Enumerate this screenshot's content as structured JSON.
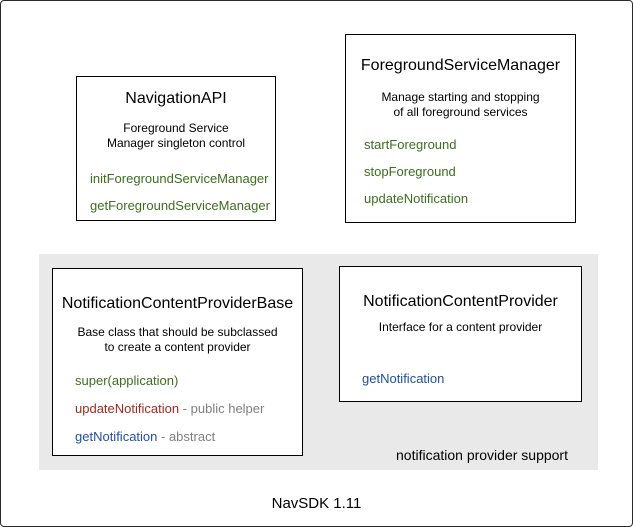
{
  "colors": {
    "method_green": "#3c6e1e",
    "method_red": "#a3291f",
    "method_blue": "#1f4f9e",
    "suffix_gray": "#7f7f7f",
    "panel_bg": "#e9e9e9",
    "box_border": "#000000"
  },
  "boxes": {
    "navigation_api": {
      "title": "NavigationAPI",
      "description": [
        "Foreground Service",
        "Manager singleton control"
      ],
      "methods": [
        {
          "name": "initForegroundServiceManager"
        },
        {
          "name": "getForegroundServiceManager"
        }
      ]
    },
    "foreground_service_manager": {
      "title": "ForegroundServiceManager",
      "description": [
        "Manage starting and stopping",
        "of all foreground services"
      ],
      "methods": [
        {
          "name": "startForeground"
        },
        {
          "name": "stopForeground"
        },
        {
          "name": "updateNotification"
        }
      ]
    },
    "notification_content_provider_base": {
      "title": "NotificationContentProviderBase",
      "description": [
        "Base class that should be subclassed",
        "to create a content provider"
      ],
      "methods": [
        {
          "name": "super(application)",
          "suffix": ""
        },
        {
          "name": "updateNotification",
          "suffix": " - public helper"
        },
        {
          "name": "getNotification",
          "suffix": " - abstract"
        }
      ]
    },
    "notification_content_provider": {
      "title": "NotificationContentProvider",
      "description": [
        "Interface for a content provider"
      ],
      "methods": [
        {
          "name": "getNotification"
        }
      ]
    }
  },
  "panel": {
    "label": "notification provider support"
  },
  "footer": {
    "label": "NavSDK 1.11"
  }
}
